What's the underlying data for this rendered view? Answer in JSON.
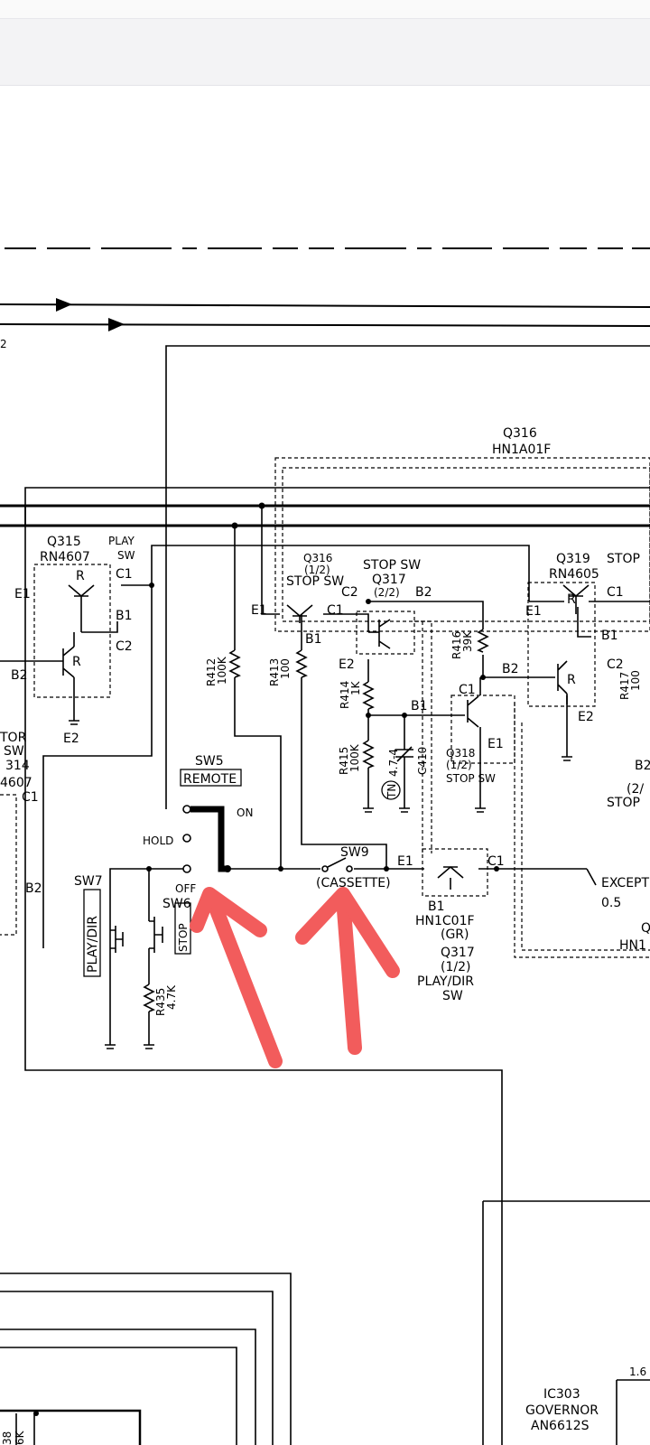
{
  "labels": {
    "q316_top": "Q316",
    "q316_top_part": "HN1A01F",
    "q315": "Q315",
    "q315_part": "RN4607",
    "play_sw_1": "PLAY",
    "play_sw_2": "SW",
    "q315_r": "R",
    "q315_c1": "C1",
    "q315_b1": "B1",
    "q315_c2": "C2",
    "q315_e1": "E1",
    "q315_r2": "R",
    "q315_b2": "B2",
    "q315_e2": "E2",
    "q316_sub": "Q316",
    "q316_half": "(1/2)",
    "q316_stop": "STOP SW",
    "q316_e1": "E1",
    "q316_c1": "C1",
    "q316_b1": "B1",
    "stop_sw": "STOP SW",
    "q317": "Q317",
    "q317_half": "(2/2)",
    "q317_c2": "C2",
    "q317_b2": "B2",
    "q317_e2": "E2",
    "r412": "R412",
    "r412_val": "100K",
    "r413": "R413",
    "r413_val": "100",
    "r414": "R414",
    "r414_val": "1K",
    "r415": "R415",
    "r415_val": "100K",
    "r416": "R416",
    "r416_val": "39K",
    "b1_node": "B1",
    "c410_val": "4.7-4",
    "c410": "C410",
    "tn": "TN",
    "q318_c1": "C1",
    "q318_e1": "E1",
    "q318": "Q318",
    "q318_half": "(1/2)",
    "q318_stop": "STOP SW",
    "q319": "Q319",
    "q319_stop": "STOP",
    "q319_part": "RN4605",
    "q319_c1": "C1",
    "q319_e1": "E1",
    "q319_r": "R",
    "q319_b1": "B1",
    "q319_c2": "C2",
    "q319_b2": "B2",
    "q319_r2": "R",
    "q319_e2": "E2",
    "r417": "R417",
    "r417_val": "100",
    "right_b2": "B2",
    "right_half": "(2/",
    "right_stop": "STOP",
    "left_tor": "TOR",
    "left_sw": "SW",
    "left_314": "314",
    "left_607": "4607",
    "left_c1": "C1",
    "left_b2": "B2",
    "sw5": "SW5",
    "remote": "REMOTE",
    "on": "ON",
    "hold": "HOLD",
    "off": "OFF",
    "sw6": "SW6",
    "sw7": "SW7",
    "play_dir": "PLAY/DIR",
    "stop_btn": "STOP",
    "r435": "R435",
    "r435_val": "4.7K",
    "sw9": "SW9",
    "cassette": "(CASSETTE)",
    "e1_bottom": "E1",
    "c1_bottom": "C1",
    "b1_bottom": "B1",
    "hn1c01f": "HN1C01F",
    "gr": "(GR)",
    "q317_bottom": "Q317",
    "q317_bottom_half": "(1/2)",
    "play_dir_sw": "PLAY/DIR",
    "play_dir_sw2": "SW",
    "except": "EXCEPT",
    "half_val": "0.5",
    "q_right": "Q",
    "hn1_right": "HN1",
    "ic303": "IC303",
    "governor": "GOVERNOR",
    "an6612s": "AN6612S",
    "val_16": "1.6",
    "left_edge_2": "2",
    "bottom_left_38": "38",
    "bottom_left_6k": "6K"
  },
  "colors": {
    "ink": "#000000",
    "annotation_arrow": "#f25c5c",
    "chrome_bg": "#f3f3f5"
  }
}
